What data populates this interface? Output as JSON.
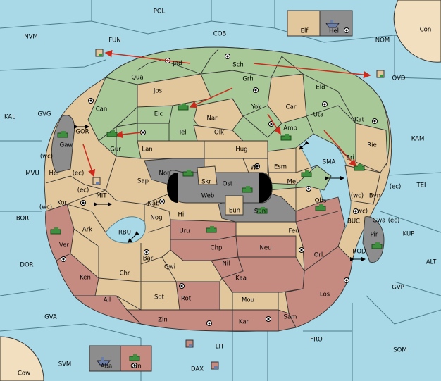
{
  "colors": {
    "sea": "#a9d8e6",
    "green": "#a8c997",
    "tan": "#e2c69c",
    "red": "#c58b80",
    "gray": "#8d8d8d",
    "beige": "#f2dfbf",
    "arrow": "#cc2a1c",
    "unit_green": "#3e8f3e",
    "unit_blue": "#6b7fa6"
  },
  "labels": {
    "POL": "POL",
    "NVM": "NVM",
    "FUN": "FUN",
    "COB": "COB",
    "NOM": "NOM",
    "Con": "Con",
    "Elf": "Elf",
    "Hel": "Hel",
    "OVD": "OVD",
    "KAL": "KAL",
    "GVG": "GVG",
    "KAM": "KAM",
    "GOR": "GOR",
    "MVU": "MVU",
    "MIT": "MIT",
    "SMA": "SMA",
    "TEI": "TEI",
    "BOR": "BOR",
    "RBU": "RBU",
    "BUC": "BUC",
    "KUP": "KUP",
    "DOR": "DOR",
    "ALT": "ALT",
    "ROD": "ROD",
    "GVP": "GVP",
    "GVA": "GVA",
    "FRO": "FRO",
    "SOM": "SOM",
    "SVM": "SVM",
    "LIT": "LIT",
    "DAX": "DAX",
    "Cow": "Cow",
    "Aba": "Aba",
    "Orn": "Orn",
    "Jad": "Jad",
    "Sch": "Sch",
    "Qua": "Qua",
    "Jos": "Jos",
    "Grh": "Grh",
    "Eld": "Eld",
    "Can": "Can",
    "Elc": "Elc",
    "Nar": "Nar",
    "Yok": "Yok",
    "Car": "Car",
    "Uta": "Uta",
    "Kat": "Kat",
    "Tel": "Tel",
    "Olk": "Olk",
    "Amp": "Amp",
    "Gur": "Gur",
    "Lan": "Lan",
    "Hug": "Hug",
    "Rie": "Rie",
    "Gaw": "Gaw",
    "Bri": "Bri",
    "Wil": "Wil",
    "Esm": "Esm",
    "Nor": "Nor",
    "Skr": "Skr",
    "Her": "Her",
    "Sap": "Sap",
    "Ost": "Ost",
    "Mel": "Mel",
    "Web": "Web",
    "Byn": "Byn",
    "Kor": "Kor",
    "Nab": "Nab",
    "Obs": "Obs",
    "Eun": "Eun",
    "Hil": "Hil",
    "Sun": "Sun",
    "Gwa": "Gwa",
    "Nog": "Nog",
    "Ark": "Ark",
    "Uru": "Uru",
    "Feu": "Feu",
    "Pir": "Pir",
    "Ver": "Ver",
    "Chp": "Chp",
    "Neu": "Neu",
    "Bar": "Bar",
    "Qwi": "Qwi",
    "Orl": "Orl",
    "Nil": "Nil",
    "Chr": "Chr",
    "Ken": "Ken",
    "Kaa": "Kaa",
    "Ail": "Ail",
    "Sot": "Sot",
    "Rot": "Rot",
    "Los": "Los",
    "Mou": "Mou",
    "Zin": "Zin",
    "Kar": "Kar",
    "Sam": "Sam",
    "wc": "(wc)",
    "ec": "(ec)"
  }
}
